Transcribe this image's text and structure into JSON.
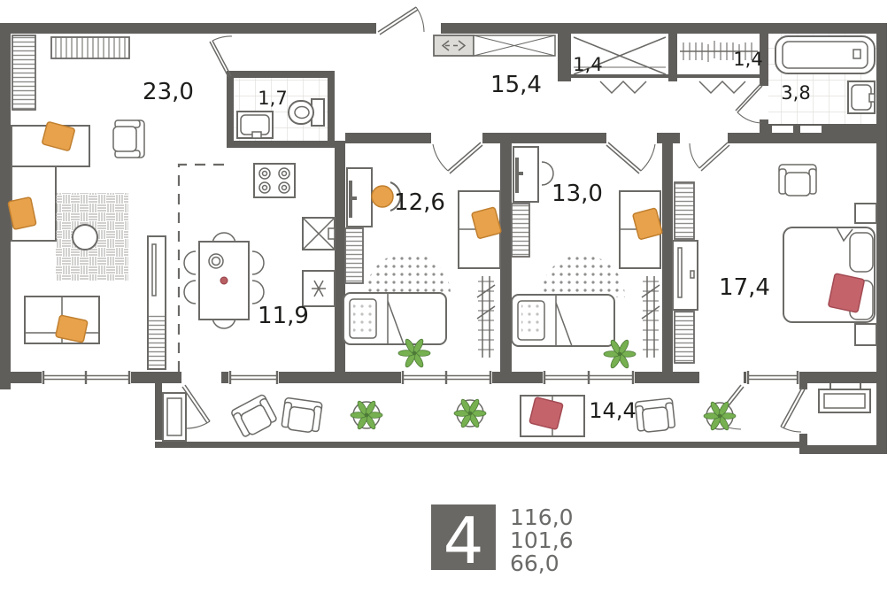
{
  "plan": {
    "rooms": [
      {
        "id": "living-room",
        "label": "23,0"
      },
      {
        "id": "bathroom-small",
        "label": "1,7"
      },
      {
        "id": "hallway",
        "label": "15,4"
      },
      {
        "id": "closet-left",
        "label": "1,4"
      },
      {
        "id": "closet-right",
        "label": "1,4"
      },
      {
        "id": "bathroom",
        "label": "3,8"
      },
      {
        "id": "kitchen",
        "label": "11,9"
      },
      {
        "id": "bedroom-1",
        "label": "12,6"
      },
      {
        "id": "bedroom-2",
        "label": "13,0"
      },
      {
        "id": "master-bedroom",
        "label": "17,4"
      },
      {
        "id": "balcony",
        "label": "14,4"
      }
    ],
    "summary": {
      "rooms_count": "4",
      "area_total": "116,0",
      "area_second": "101,6",
      "area_third": "66,0"
    }
  },
  "colors": {
    "wall": "#605e5b",
    "accent_orange": "#e8a24b",
    "accent_red": "#c5636b",
    "plant_green": "#76b050",
    "badge_bg": "#6a6865",
    "room_label": "#1d1d1b",
    "summary_text": "#6b6b69"
  }
}
